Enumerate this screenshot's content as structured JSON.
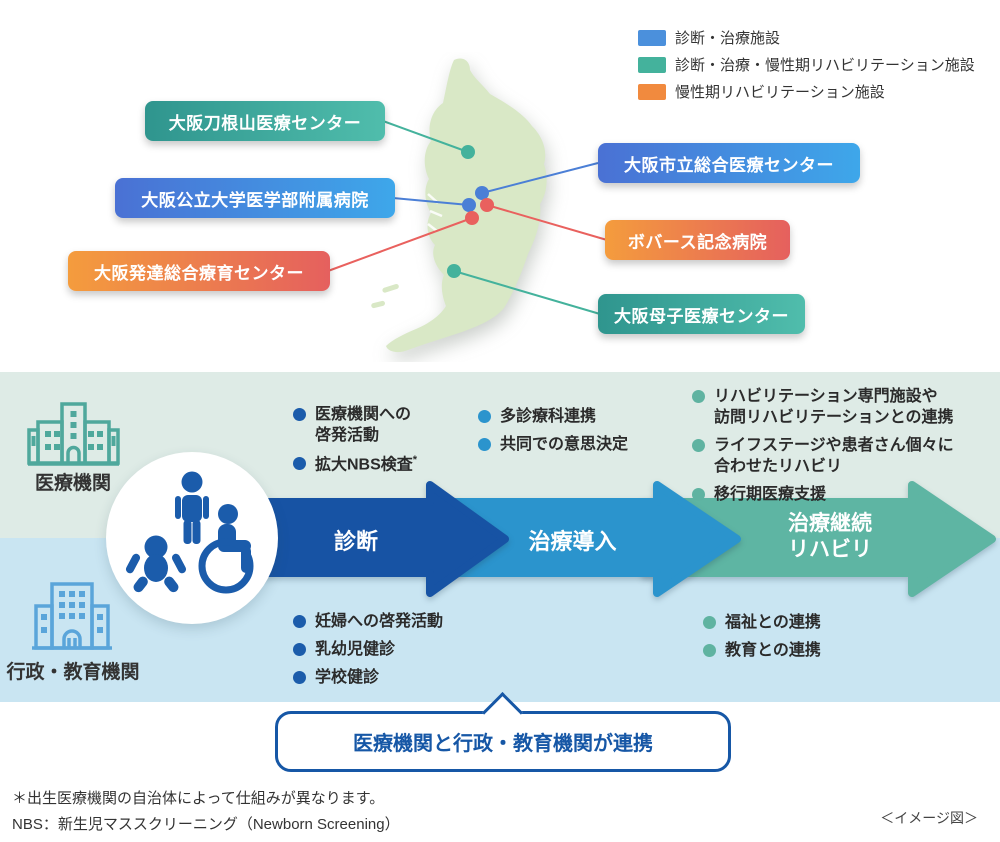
{
  "legend": {
    "items": [
      {
        "label": "診断・治療施設",
        "color": "#4b90dc"
      },
      {
        "label": "診断・治療・慢性期リハビリテーション施設",
        "color": "#44b29c"
      },
      {
        "label": "慢性期リハビリテーション施設",
        "color": "#f18a3e"
      }
    ]
  },
  "map": {
    "facilities": [
      {
        "name": "大阪刀根山医療センター",
        "category_color": "#44b29c"
      },
      {
        "name": "大阪公立大学医学部附属病院",
        "category_color": "#4b90dc"
      },
      {
        "name": "大阪発達総合療育センター",
        "category_color": "#f18a3e"
      },
      {
        "name": "大阪市立総合医療センター",
        "category_color": "#4b90dc"
      },
      {
        "name": "ボバース記念病院",
        "category_color": "#f18a3e"
      },
      {
        "name": "大阪母子医療センター",
        "category_color": "#44b29c"
      }
    ]
  },
  "flow": {
    "actors": [
      {
        "label": "医療機関"
      },
      {
        "label": "行政・教育機関"
      }
    ],
    "stages": [
      {
        "label": "診断"
      },
      {
        "label": "治療導入"
      },
      {
        "label": "治療継続\nリハビリ"
      }
    ],
    "medical_bullets": {
      "diagnosis": [
        "医療機関への\n啓発活動",
        "拡大NBS検査"
      ],
      "nbs_asterisk": "*",
      "treatment_intro": [
        "多診療科連携",
        "共同での意思決定"
      ],
      "treatment_continue": [
        "リハビリテーション専門施設や\n訪問リハビリテーションとの連携",
        "ライフステージや患者さん個々に\n合わせたリハビリ",
        "移行期医療支援"
      ]
    },
    "gov_bullets": {
      "diagnosis": [
        "妊婦への啓発活動",
        "乳幼児健診",
        "学校健診"
      ],
      "treatment_continue": [
        "福祉との連携",
        "教育との連携"
      ]
    },
    "callout": "医療機関と行政・教育機関が連携"
  },
  "footnotes": [
    "＊出生医療機関の自治体によって仕組みが異なります。",
    "NBS：新生児マススクリーニング（Newborn Screening）"
  ],
  "caption": "＜イメージ図＞",
  "colors": {
    "band_medical": "#deebe6",
    "band_gov": "#c9e5f2",
    "arrow_diagnosis": "#1753a4",
    "arrow_treatment_intro": "#2b94cd",
    "arrow_treatment_continue": "#5eb5a3",
    "map_green": "#d9e8c6",
    "dot_blue": "#4b7fd6",
    "dot_teal": "#44b29c",
    "dot_red": "#e9615e",
    "callout_blue": "#1657a6",
    "figure_blue": "#1b5cab"
  }
}
